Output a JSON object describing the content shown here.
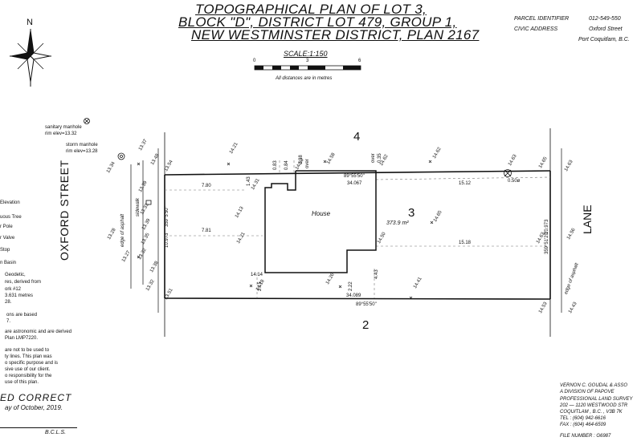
{
  "title": {
    "line1": "TOPOGRAPHICAL PLAN OF LOT 3,",
    "line2": "BLOCK \"D\", DISTRICT LOT 479, GROUP 1,",
    "line3": "NEW WESTMINSTER DISTRICT, PLAN 2167"
  },
  "scale": {
    "label": "SCALE:1:150",
    "tick_0": "0",
    "tick_3": "3",
    "tick_6": "6",
    "note": "All distances are in metres"
  },
  "parcel": {
    "pid_label": "PARCEL IDENTIFIER",
    "pid_value": "012-549-550",
    "civic_label": "CIVIC ADDRESS",
    "civic_line1": "Oxford Street",
    "civic_line2": "Port Coquitlam, B.C."
  },
  "north_label": "N",
  "streets": {
    "west": "OXFORD STREET",
    "east": "LANE"
  },
  "lots": {
    "north": "4",
    "south": "2",
    "subject": "3",
    "subject_area": "373.9 m²"
  },
  "house_label": "House",
  "manholes": {
    "sanitary_1": "sanitary manhole",
    "sanitary_2": "rim elev=13.32",
    "storm_1": "storm manhole",
    "storm_2": "rim elev=13.28"
  },
  "legend_items": [
    "Elevation",
    "uous Tree",
    "r Pole",
    "r Valve",
    "Stop",
    "n Basin"
  ],
  "notes": {
    "datum": [
      "Geodetic,",
      "res, derived from",
      "ork #12",
      "3.631 metres",
      "28."
    ],
    "bearings": [
      "ons are based",
      "7.",
      "are astronomic and are derived",
      "Plan LMP7220."
    ],
    "disclaimer": [
      "are not to be used to",
      "ty lines. This plan was",
      "o specific purpose and is",
      "sive use of our client.",
      "o responsibility for the",
      "use of this plan."
    ]
  },
  "certification": {
    "heading": "ED CORRECT",
    "date": "ay of October, 2019.",
    "bcls": "B.C.L.S."
  },
  "firm": {
    "name": "VERNON C. GOUDAL & ASSO",
    "division": "A DIVISION OF PAPOVE",
    "type": "PROFESSIONAL LAND SURVEY",
    "address1": "202 — 1120 WESTWOOD STR",
    "address2": "COQUITLAM , B.C. , V3B 7K",
    "tel": "TEL : (604) 942-6616",
    "fax": "FAX : (604) 464-6509",
    "file": "FILE NUMBER : G6987"
  },
  "dimensions": {
    "north_bearing": "89°55'50\"",
    "north_length": "34.067",
    "south_length": "34.089",
    "south_bearing": "89°55'50\"",
    "west_length": "10.973",
    "west_bearing": "359°5'50\"",
    "east_length": "10.973",
    "east_bearing": "359°51'20\"",
    "setback_nw": "7.80",
    "setback_sw": "7.81",
    "setback_ne": "15.12",
    "setback_se": "15.18",
    "tree": "0.50ø",
    "d_143": "1.43",
    "d_083": "0.83",
    "d_084": "0.84",
    "d_038": "0.38",
    "d_over1": "over",
    "d_over2": "over",
    "d_035": "0.35",
    "d_215": "2.15",
    "d_222": "2.22",
    "d_443": "4.43"
  },
  "elevations": {
    "e1337": "13.37",
    "e1348": "13.48",
    "e1354": "13.54",
    "e1334": "13.34",
    "e1339": "13.39",
    "e1333": "13.33",
    "e1338b": "13.39",
    "e1328": "13.28",
    "e1335": "13.35",
    "e1327": "13.27",
    "e1332": "13.32",
    "e1338": "13.38",
    "e1332b": "13.32",
    "e1351": "13.51",
    "e1421": "14.21",
    "e1431": "14.31",
    "e1450n": "14.50",
    "e1458": "14.58",
    "e1462n": "14.62",
    "e1462": "14.62",
    "e1463": "14.63",
    "e1465n": "14.65",
    "e1463ne": "14.63",
    "e1413": "14.13",
    "e1465": "14.65",
    "e1421b": "14.21",
    "e1450": "14.50",
    "e1463e": "14.63",
    "e1456": "14.56",
    "e1414": "14.14",
    "e1418": "14.18",
    "e1426": "14.26",
    "e1441": "14.41",
    "e1453": "14.53",
    "e1443": "14.43"
  },
  "road_labels": {
    "asphalt_w": "edge of asphalt",
    "sidewalk": "sidewalk",
    "asphalt_e": "edge of asphalt"
  }
}
